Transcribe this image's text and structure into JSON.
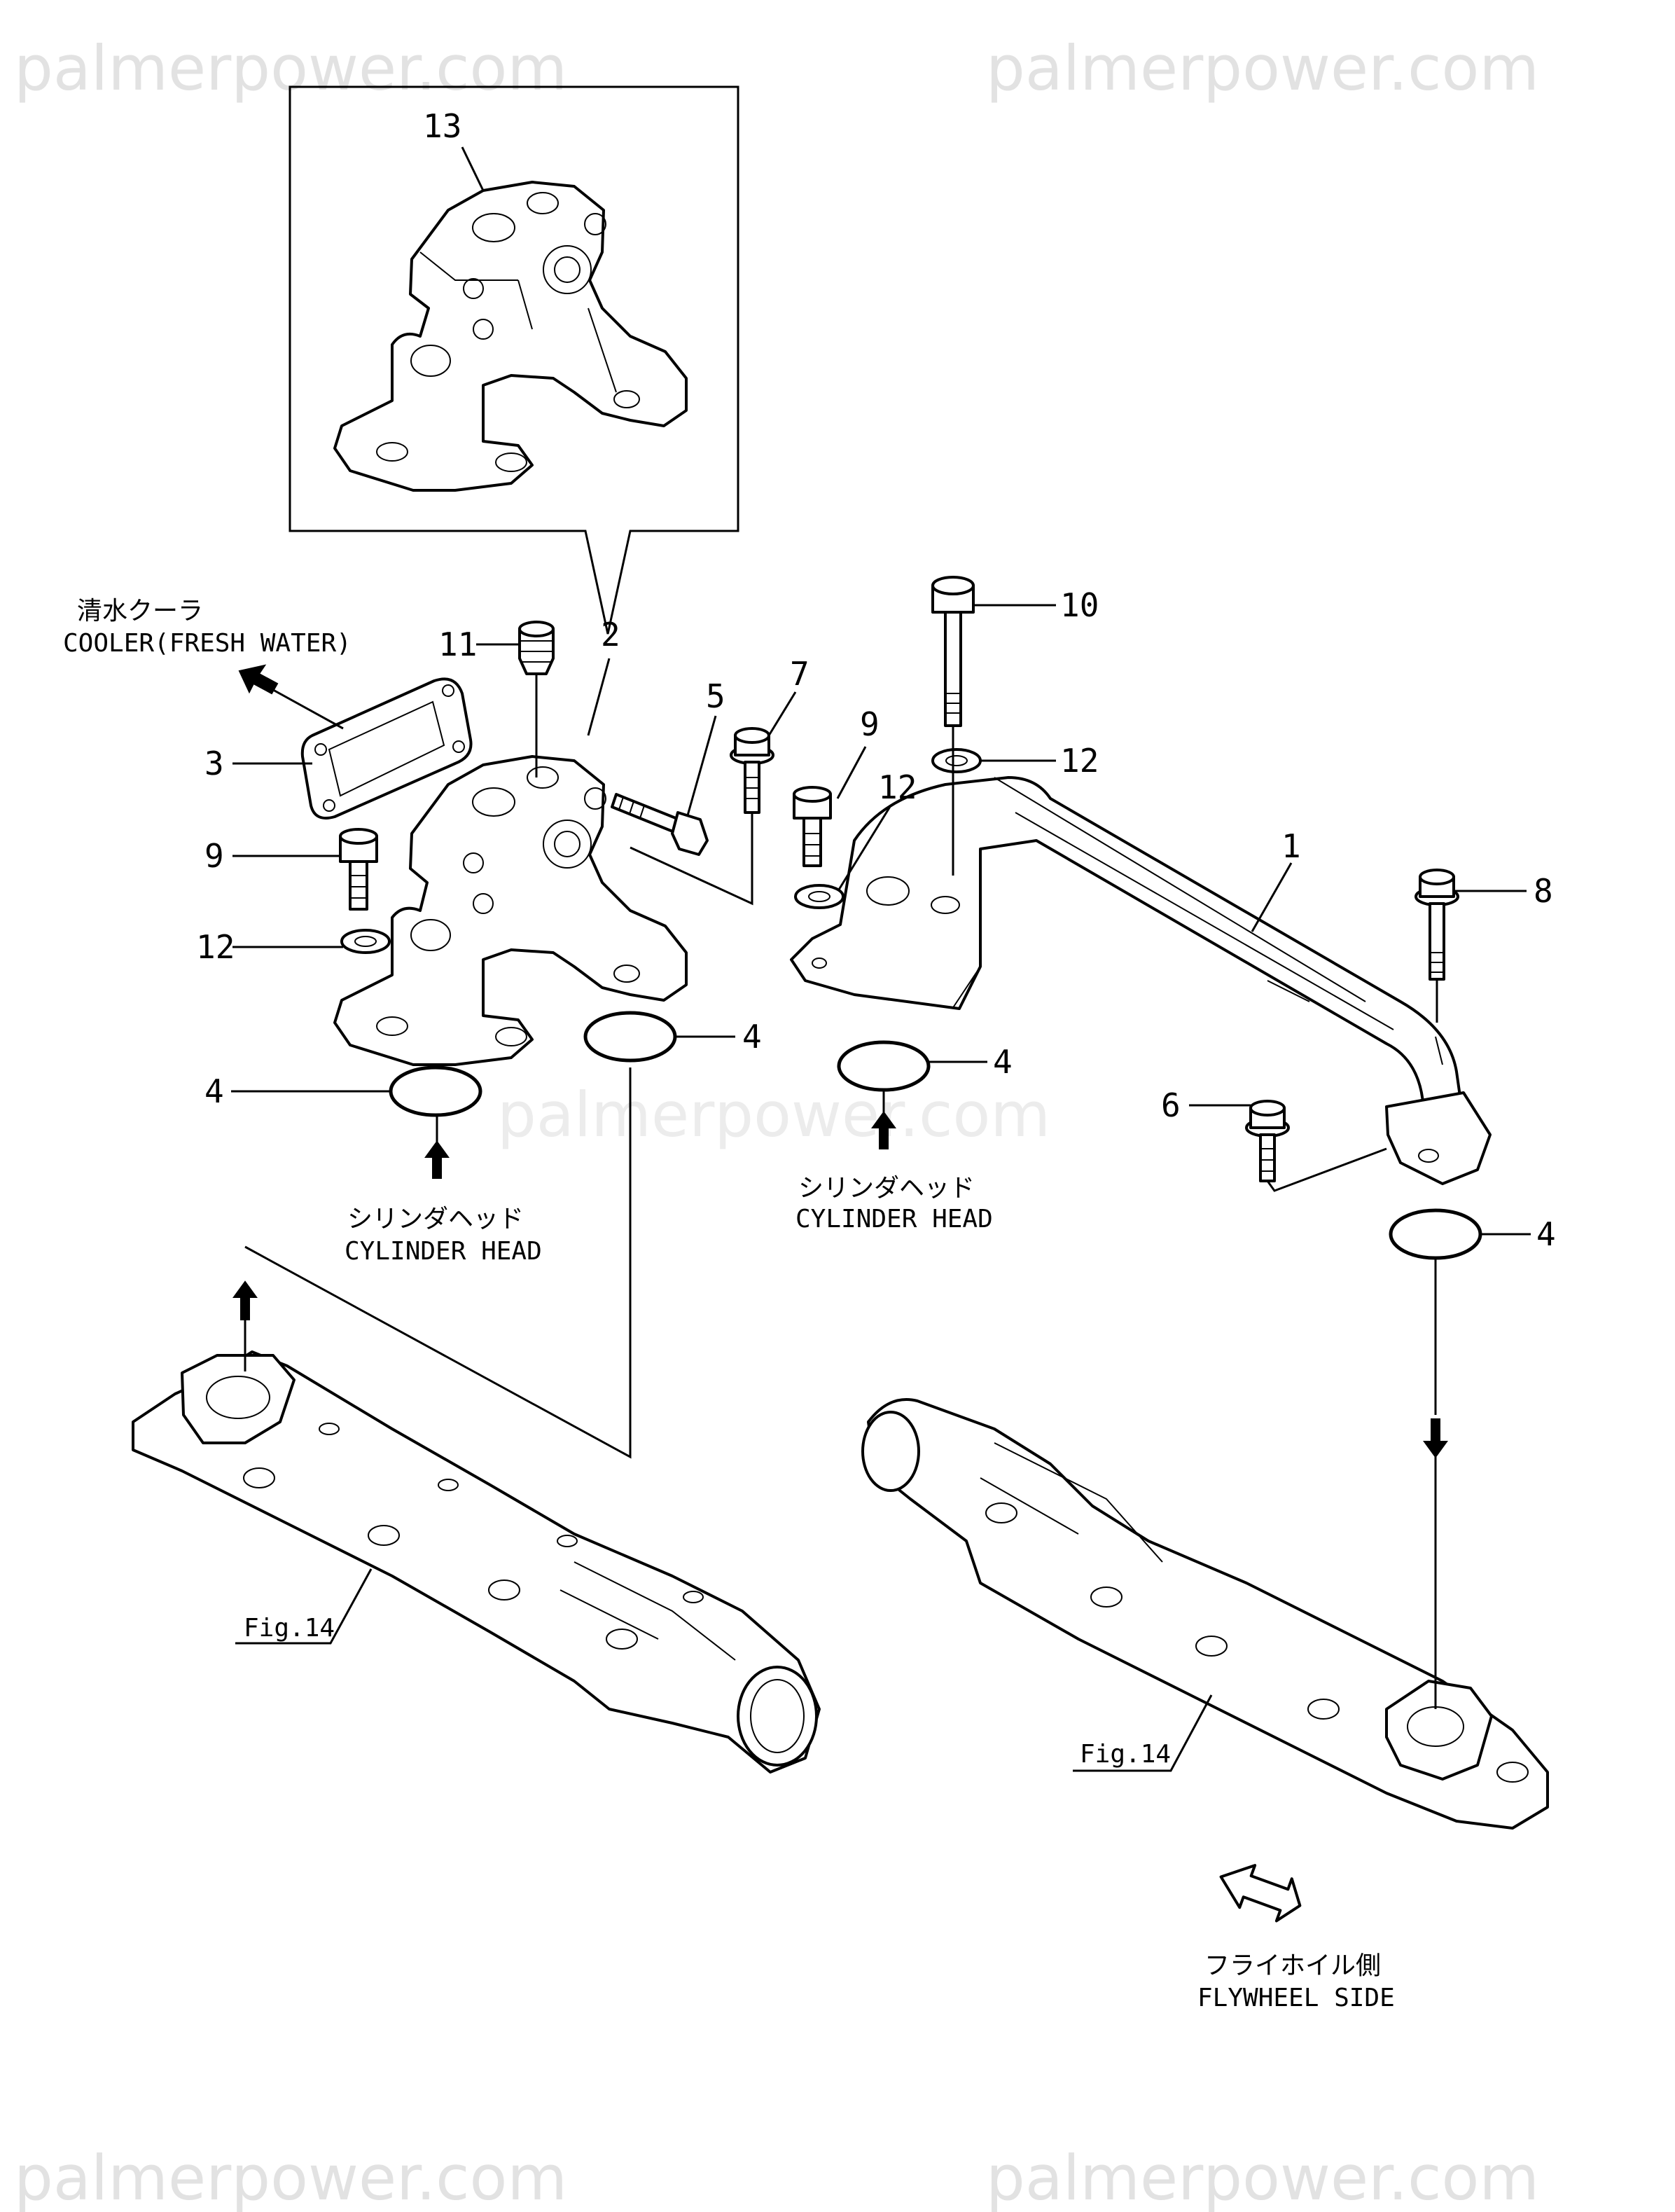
{
  "watermark": "palmerpower.com",
  "callouts": {
    "n1": "1",
    "n2": "2",
    "n3": "3",
    "n4a": "4",
    "n4b": "4",
    "n4c": "4",
    "n4d": "4",
    "n5": "5",
    "n6": "6",
    "n7": "7",
    "n8": "8",
    "n9a": "9",
    "n9b": "9",
    "n10": "10",
    "n11": "11",
    "n12a": "12",
    "n12b": "12",
    "n12c": "12",
    "n13": "13"
  },
  "labels": {
    "cooler_jp": "清水クーラ",
    "cooler_en": "COOLER(FRESH WATER)",
    "cyl_head_jp": "シリンダヘッド",
    "cyl_head_en": "CYLINDER HEAD",
    "fig_ref": "Fig.14",
    "flywheel_jp": "フライホイル側",
    "flywheel_en": "FLYWHEEL SIDE"
  }
}
